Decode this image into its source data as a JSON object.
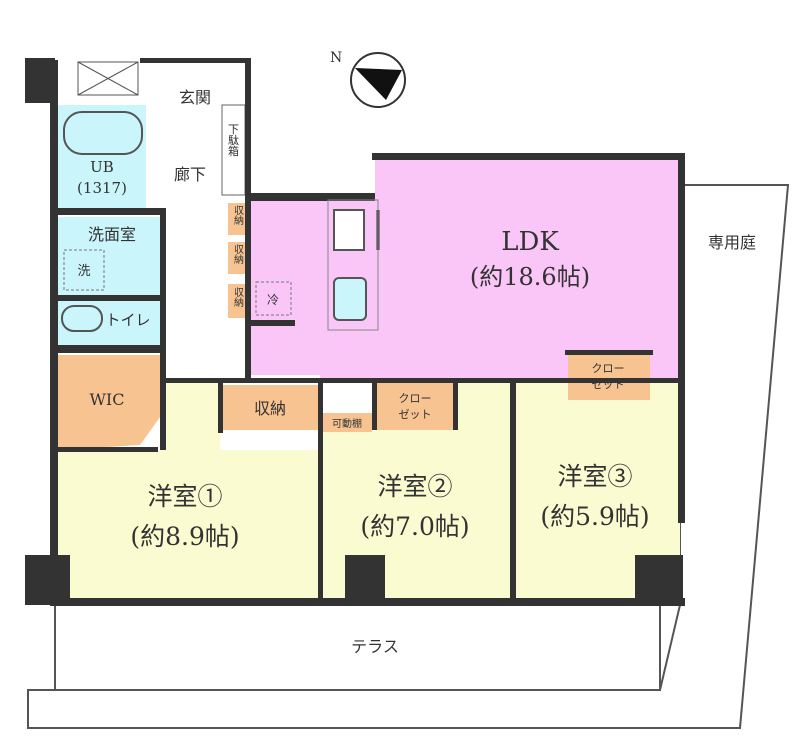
{
  "rooms": {
    "genkan": "玄関",
    "geta": "下駄箱",
    "rouka": "廊下",
    "ub": "UB",
    "ub_size": "(1317)",
    "senmen": "洗面室",
    "sen": "洗",
    "toilet": "トイレ",
    "wic": "WIC",
    "shuno": "収納",
    "shuno_small": "収納",
    "rei": "冷",
    "kadou": "可動棚",
    "closet": "クロー\nゼット",
    "closet_l1": "クロー",
    "closet_l2": "ゼット",
    "ldk": "LDK",
    "ldk_size": "(約18.6帖)",
    "room1": "洋室①",
    "room1_size": "(約8.9帖)",
    "room2": "洋室②",
    "room2_size": "(約7.0帖)",
    "room3": "洋室③",
    "room3_size": "(約5.9帖)",
    "terrace": "テラス",
    "garden": "専用庭",
    "compass": "N"
  },
  "colors": {
    "ldk": "#f9c6f7",
    "bedroom": "#fbfbd2",
    "storage": "#f6c391",
    "wet": "#c9f5fb",
    "wall": "#333333"
  }
}
